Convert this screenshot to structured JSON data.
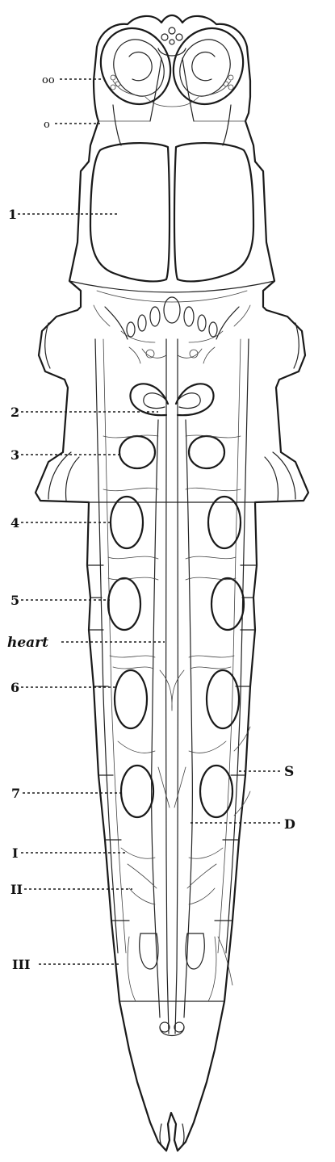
{
  "labels": {
    "oo": "oo",
    "o": "o",
    "n1": "1",
    "n2": "2",
    "n3": "3",
    "n4": "4",
    "n5": "5",
    "heart": "heart",
    "n6": "6",
    "n7": "7",
    "s": "S",
    "d": "D",
    "r1": "I",
    "r2": "II",
    "r3": "III"
  },
  "colors": {
    "ink": "#1a1a1a",
    "paper": "#ffffff"
  }
}
